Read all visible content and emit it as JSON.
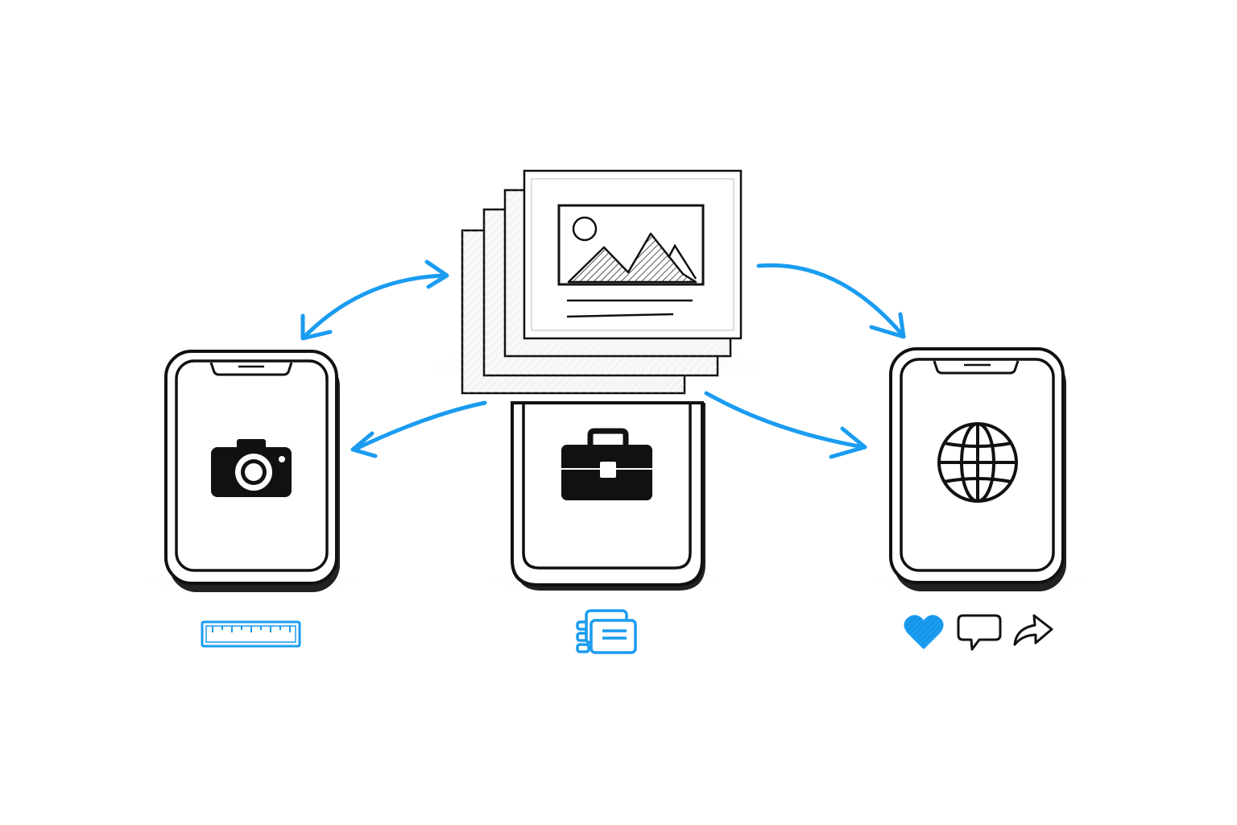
{
  "colors": {
    "background": "#ffffff",
    "ink": "#111111",
    "accent": "#1a9cf0",
    "card_fill": "#f7f8f9"
  },
  "center": {
    "content": "image-gallery-cards",
    "icon": "image-icon"
  },
  "devices": [
    {
      "id": "left",
      "screen_icon": "camera-icon",
      "below_icons": [
        "ruler-icon"
      ]
    },
    {
      "id": "middle",
      "screen_icon": "briefcase-icon",
      "below_icons": [
        "document-list-icon"
      ]
    },
    {
      "id": "right",
      "screen_icon": "globe-icon",
      "below_icons": [
        "heart-icon",
        "comment-icon",
        "share-icon"
      ]
    }
  ],
  "arrows": [
    {
      "from": "center",
      "to": "left",
      "bidirectional": true
    },
    {
      "from": "center",
      "to": "left",
      "bidirectional": false
    },
    {
      "from": "center",
      "to": "right",
      "bidirectional": false
    },
    {
      "from": "center",
      "to": "right",
      "bidirectional": false
    }
  ]
}
